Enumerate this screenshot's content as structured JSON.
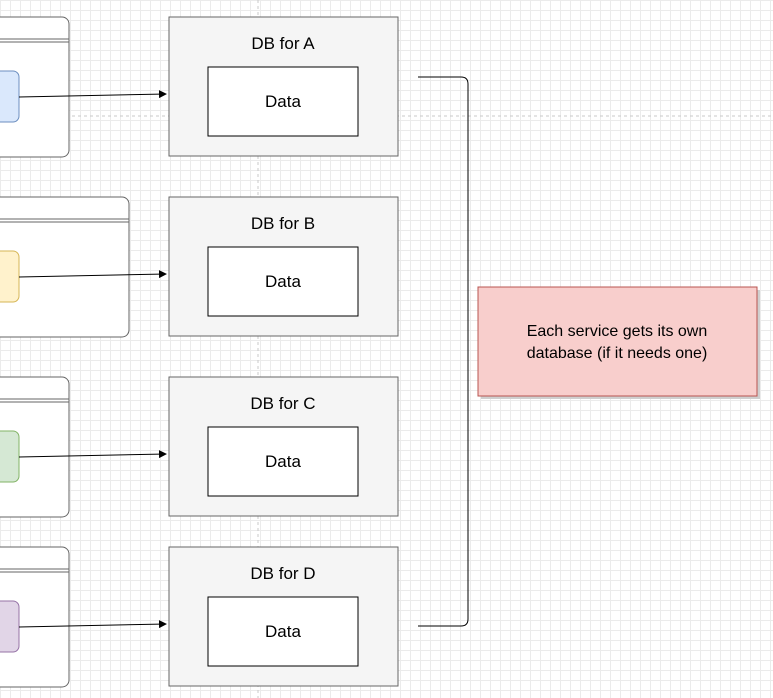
{
  "databases": [
    {
      "title": "DB for A",
      "data_label": "Data",
      "service_color": "#dae8fc"
    },
    {
      "title": "DB for B",
      "data_label": "Data",
      "service_color": "#fff2cc"
    },
    {
      "title": "DB for C",
      "data_label": "Data",
      "service_color": "#d5e8d4"
    },
    {
      "title": "DB for D",
      "data_label": "Data",
      "service_color": "#e1d5e7"
    }
  ],
  "note": {
    "lines": [
      "Each service gets its own",
      "database (if it needs one)"
    ],
    "fill": "#f8cecc",
    "stroke": "#b85450"
  },
  "colors": {
    "db_fill": "#f5f5f5",
    "db_stroke": "#666666",
    "edge": "#000000"
  }
}
